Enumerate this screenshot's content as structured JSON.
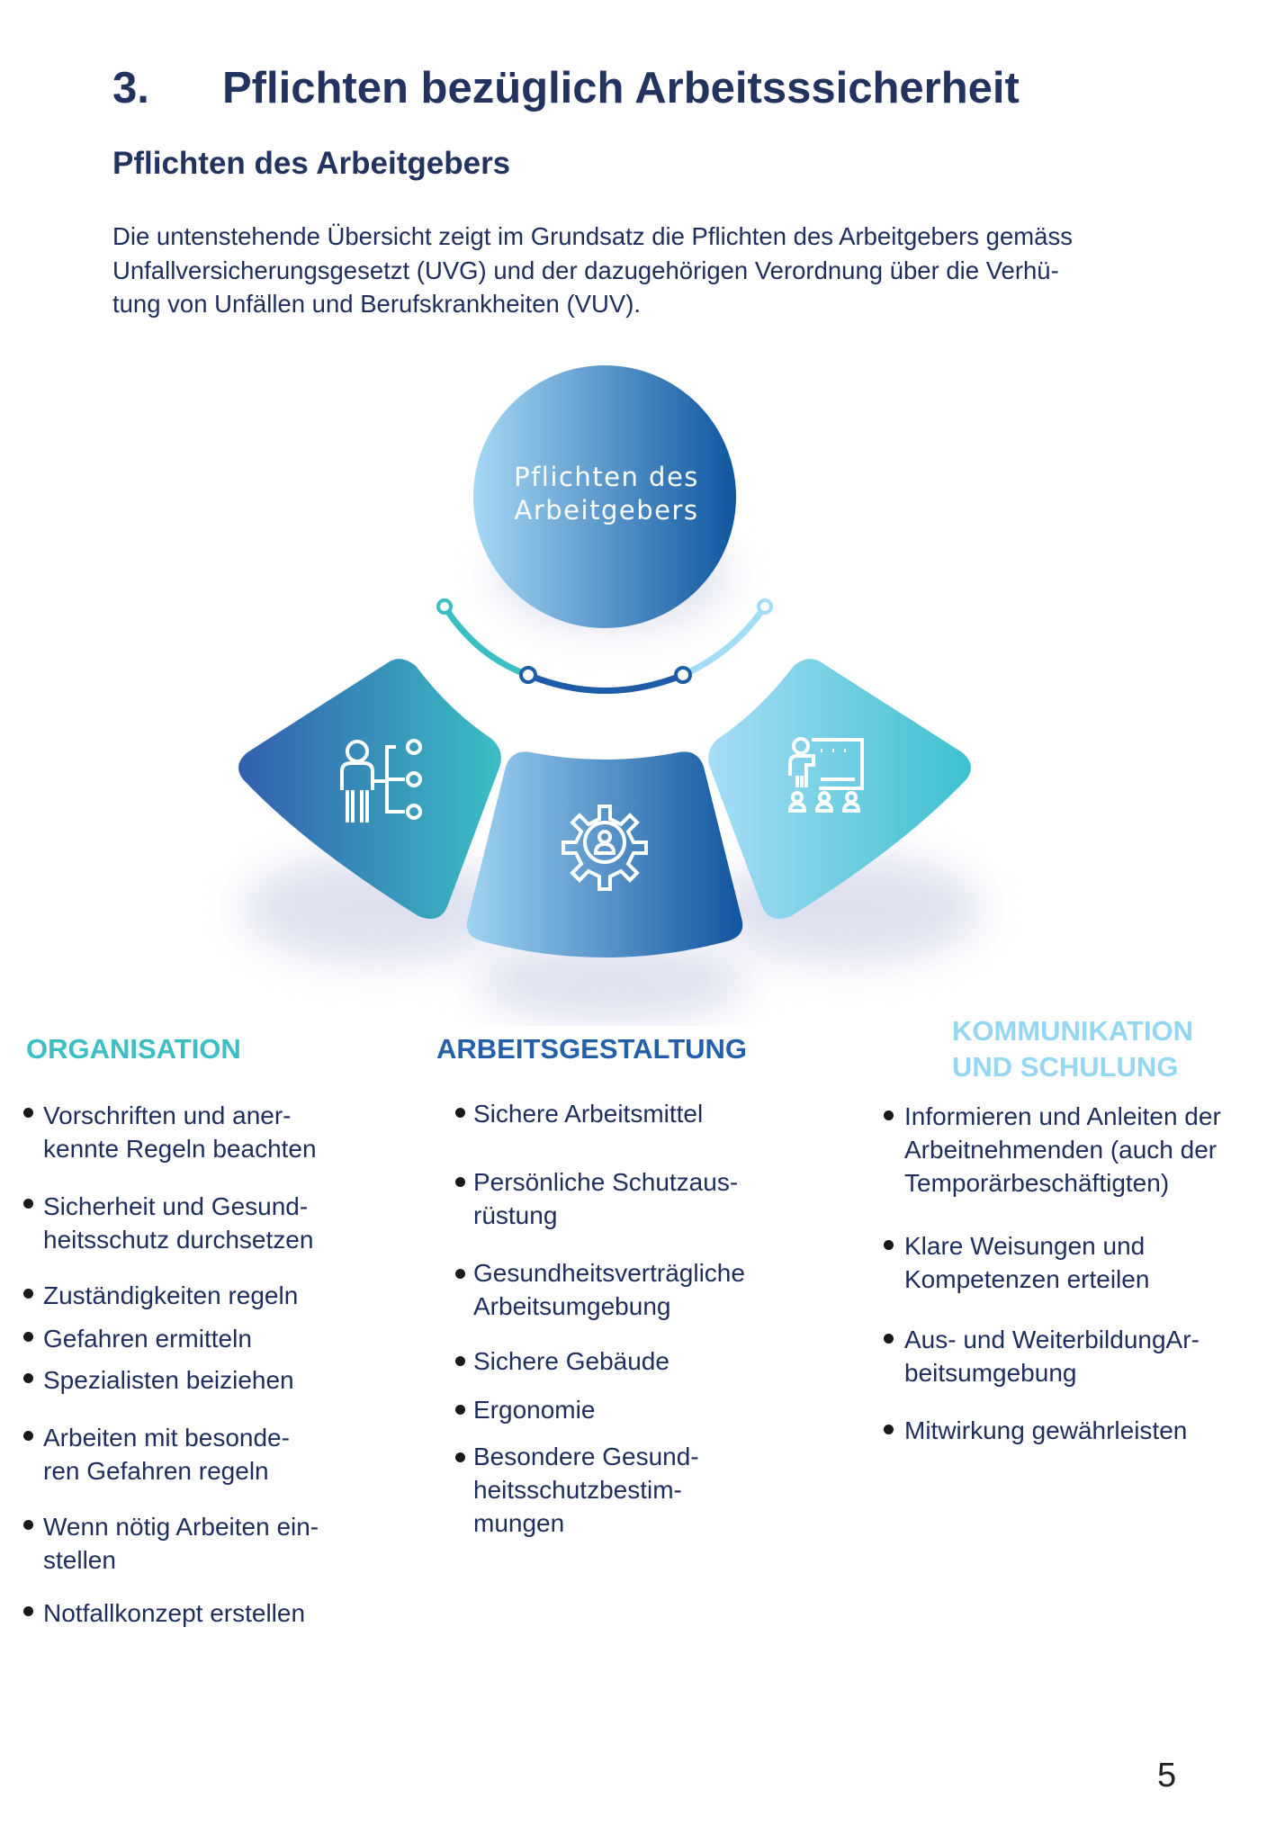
{
  "heading": {
    "number": "3.",
    "title": "Pflichten bezüglich Arbeitsssicherheit"
  },
  "subtitle": "Pflichten des Arbeitgebers",
  "intro_lines": [
    "Die untenstehende Übersicht  zeigt im Grundsatz die Pflichten des Arbeitgebers gemäss",
    "Unfallversicherungsgesetzt (UVG) und der dazugehörigen Verordnung über die Verhü-",
    "tung von Unfällen und Berufskrankheiten (VUV)."
  ],
  "diagram": {
    "center_line1": "Pflichten des",
    "center_line2": "Arbeitgebers",
    "icons": [
      "person-org-chart-icon",
      "gear-person-icon",
      "presentation-audience-icon"
    ],
    "colors": {
      "teal": "#3bbfc4",
      "blue": "#1f5ca8",
      "light_blue": "#9fdaf5"
    }
  },
  "columns": [
    {
      "heading": "ORGANISATION",
      "color": "#3bbfc4",
      "items": [
        "Vorschriften und aner-\nkennte Regeln beachten",
        "Sicherheit und Gesund-\nheitsschutz durchsetzen",
        "Zuständigkeiten regeln",
        "Gefahren ermitteln",
        "Spezialisten beiziehen",
        "Arbeiten mit besonde-\nren Gefahren regeln",
        "Wenn nötig Arbeiten ein-\nstellen",
        "Notfallkonzept erstellen"
      ]
    },
    {
      "heading": "ARBEITSGESTALTUNG",
      "color": "#2460aa",
      "items": [
        "Sichere Arbeitsmittel",
        "Persönliche Schutzaus-\nrüstung",
        "Gesundheitsverträgliche\nArbeitsumgebung",
        "Sichere Gebäude",
        "Ergonomie",
        "Besondere Gesund-\nheitsschutzbestim-\nmungen"
      ]
    },
    {
      "heading": "KOMMUNIKATION\nUND SCHULUNG",
      "color": "#95d6f2",
      "items": [
        "Informieren und Anleiten der\nArbeitnehmenden (auch der\nTemporärbeschäftigten)",
        "Klare Weisungen und\nKompetenzen erteilen",
        "Aus- und WeiterbildungAr-\nbeitsumgebung",
        "Mitwirkung gewährleisten"
      ]
    }
  ],
  "page_number": "5"
}
